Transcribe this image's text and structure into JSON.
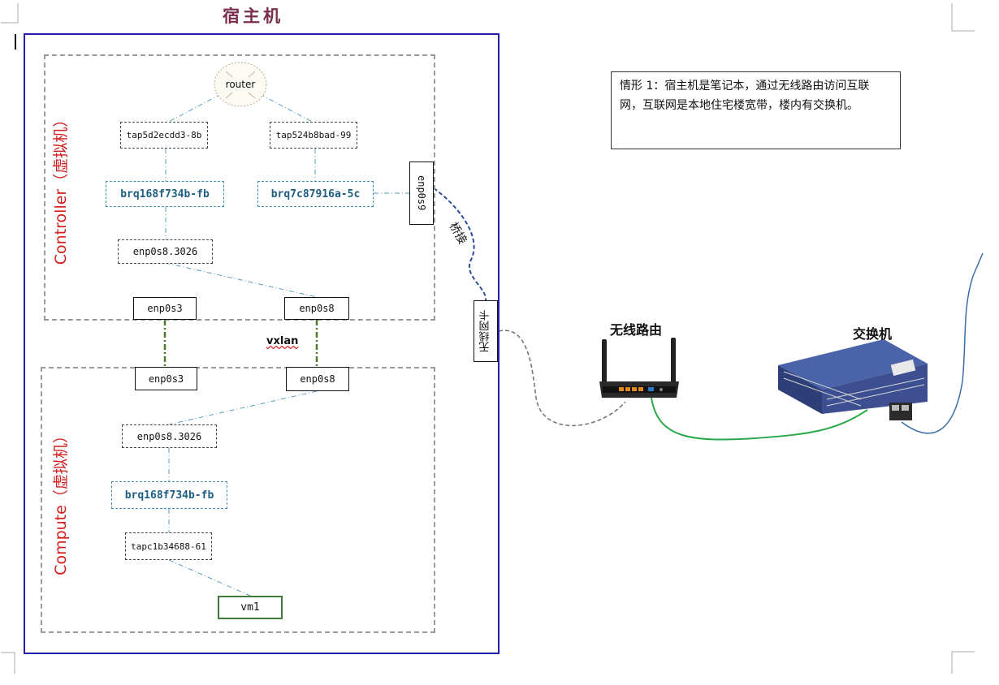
{
  "page": {
    "title": "宿主机",
    "note": "情形 1：宿主机是笔记本，通过无线路由访问互联网，互联网是本地住宅楼宽带，楼内有交换机。"
  },
  "controller": {
    "label": "Controller（虚拟机）",
    "router": "router",
    "tap1": "tap5d2ecdd3-8b",
    "tap2": "tap524b8bad-99",
    "bridge1": "brq168f734b-fb",
    "bridge2": "brq7c87916a-5c",
    "vlan_if": "enp0s8.3026",
    "nic1": "enp0s3",
    "nic2": "enp0s8",
    "bridged_nic": "enp0s9"
  },
  "compute": {
    "label": "Compute（虚拟机）",
    "nic1": "enp0s3",
    "nic2": "enp0s8",
    "vlan_if": "enp0s8.3026",
    "bridge": "brq168f734b-fb",
    "tap": "tapc1b34688-61",
    "vm": "vm1"
  },
  "links": {
    "tunnel": "vxlan",
    "bridged": "桥接"
  },
  "host": {
    "wireless_nic": "无线网卡"
  },
  "external": {
    "router_label": "无线路由",
    "switch_label": "交换机"
  },
  "colors": {
    "host_border": "#1f1fa8",
    "vm_label": "#d02020",
    "bridge_text": "#1d5e82",
    "vxlan_link": "#4a7a2a",
    "lan_cable": "#2aa84a",
    "uplink_cable": "#3a6ea5"
  }
}
